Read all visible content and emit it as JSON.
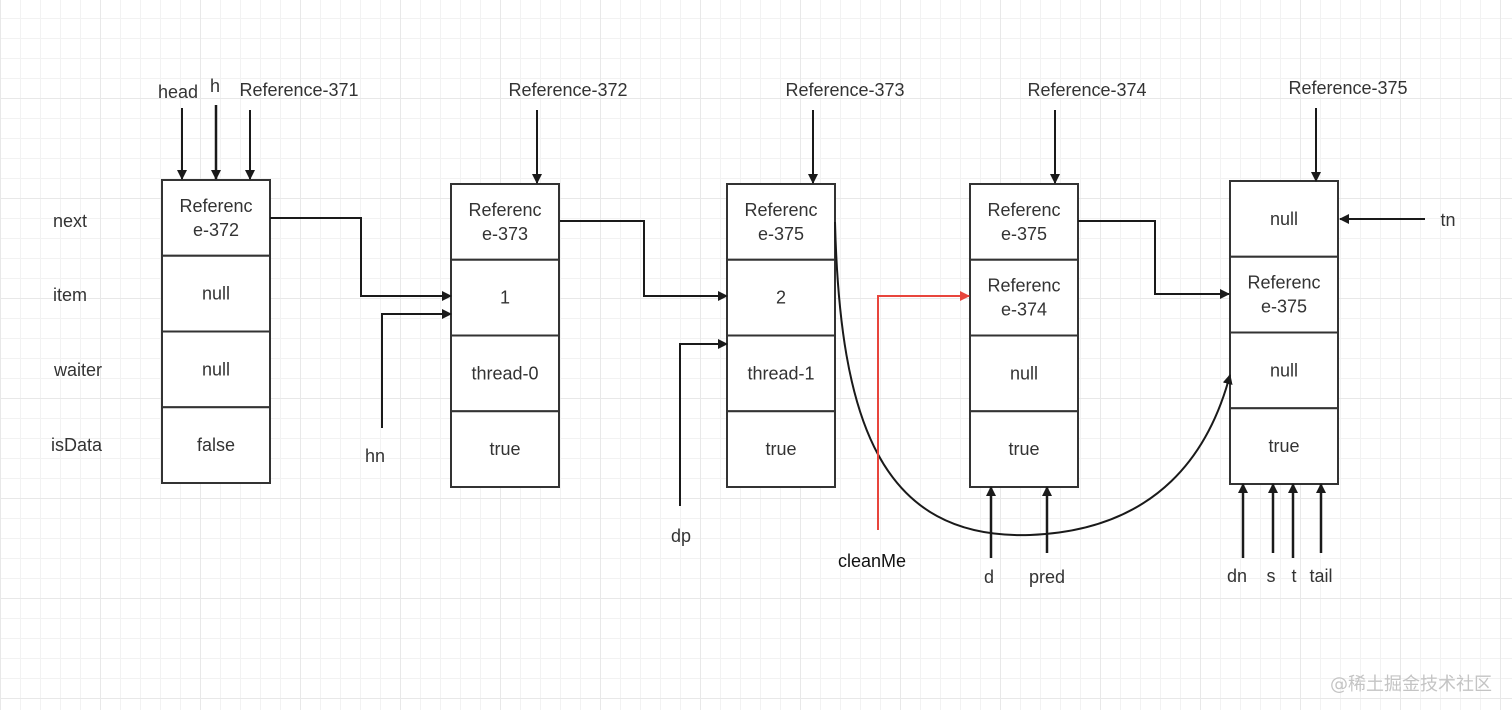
{
  "row_labels": [
    "next",
    "item",
    "waiter",
    "isData"
  ],
  "nodes": [
    {
      "name": "Reference-371",
      "cells": [
        "Referenc\ne-372",
        "null",
        "null",
        "false"
      ],
      "pointers_above": [
        "head",
        "h",
        "Reference-371"
      ],
      "pointers_below": []
    },
    {
      "name": "Reference-372",
      "cells": [
        "Referenc\ne-373",
        "1",
        "thread-0",
        "true"
      ],
      "pointers_above": [
        "Reference-372"
      ],
      "pointers_below": []
    },
    {
      "name": "Reference-373",
      "cells": [
        "Referenc\ne-375",
        "2",
        "thread-1",
        "true"
      ],
      "pointers_above": [
        "Reference-373"
      ],
      "pointers_below": []
    },
    {
      "name": "Reference-374",
      "cells": [
        "Referenc\ne-375",
        "Referenc\ne-374",
        "null",
        "true"
      ],
      "pointers_above": [
        "Reference-374"
      ],
      "pointers_below": [
        "d",
        "pred"
      ]
    },
    {
      "name": "Reference-375",
      "cells": [
        "null",
        "Referenc\ne-375",
        "null",
        "true"
      ],
      "pointers_above": [
        "Reference-375"
      ],
      "pointers_below": [
        "dn",
        "s",
        "t",
        "tail"
      ]
    }
  ],
  "side_pointers": {
    "hn": "hn",
    "dp": "dp",
    "cleanMe": "cleanMe",
    "tn": "tn"
  },
  "colors": {
    "line": "#1a1a1a",
    "box": "#333333",
    "highlight": "#e8453c"
  },
  "watermark": "@稀土掘金技术社区"
}
